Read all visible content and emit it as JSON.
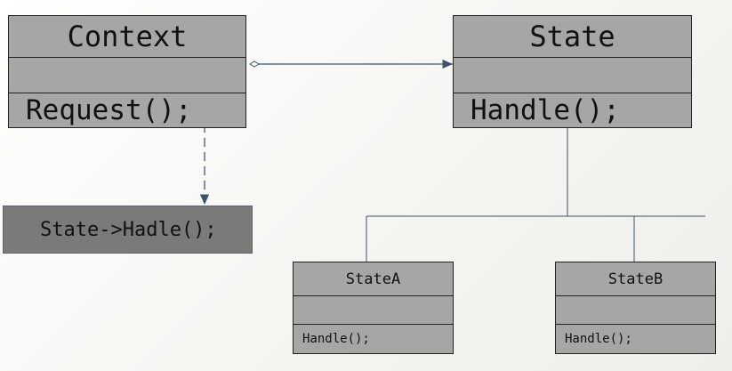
{
  "context": {
    "name": "Context",
    "operation": "Request();"
  },
  "state": {
    "name": "State",
    "operation": "Handle();"
  },
  "state_a": {
    "name": "StateA",
    "operation": "Handle();"
  },
  "state_b": {
    "name": "StateB",
    "operation": "Handle();"
  },
  "note": {
    "text": "State->Hadle();"
  },
  "colors": {
    "box_fill": "#a6a6a6",
    "note_fill": "#7a7a7a",
    "connector": "#3d5468"
  }
}
